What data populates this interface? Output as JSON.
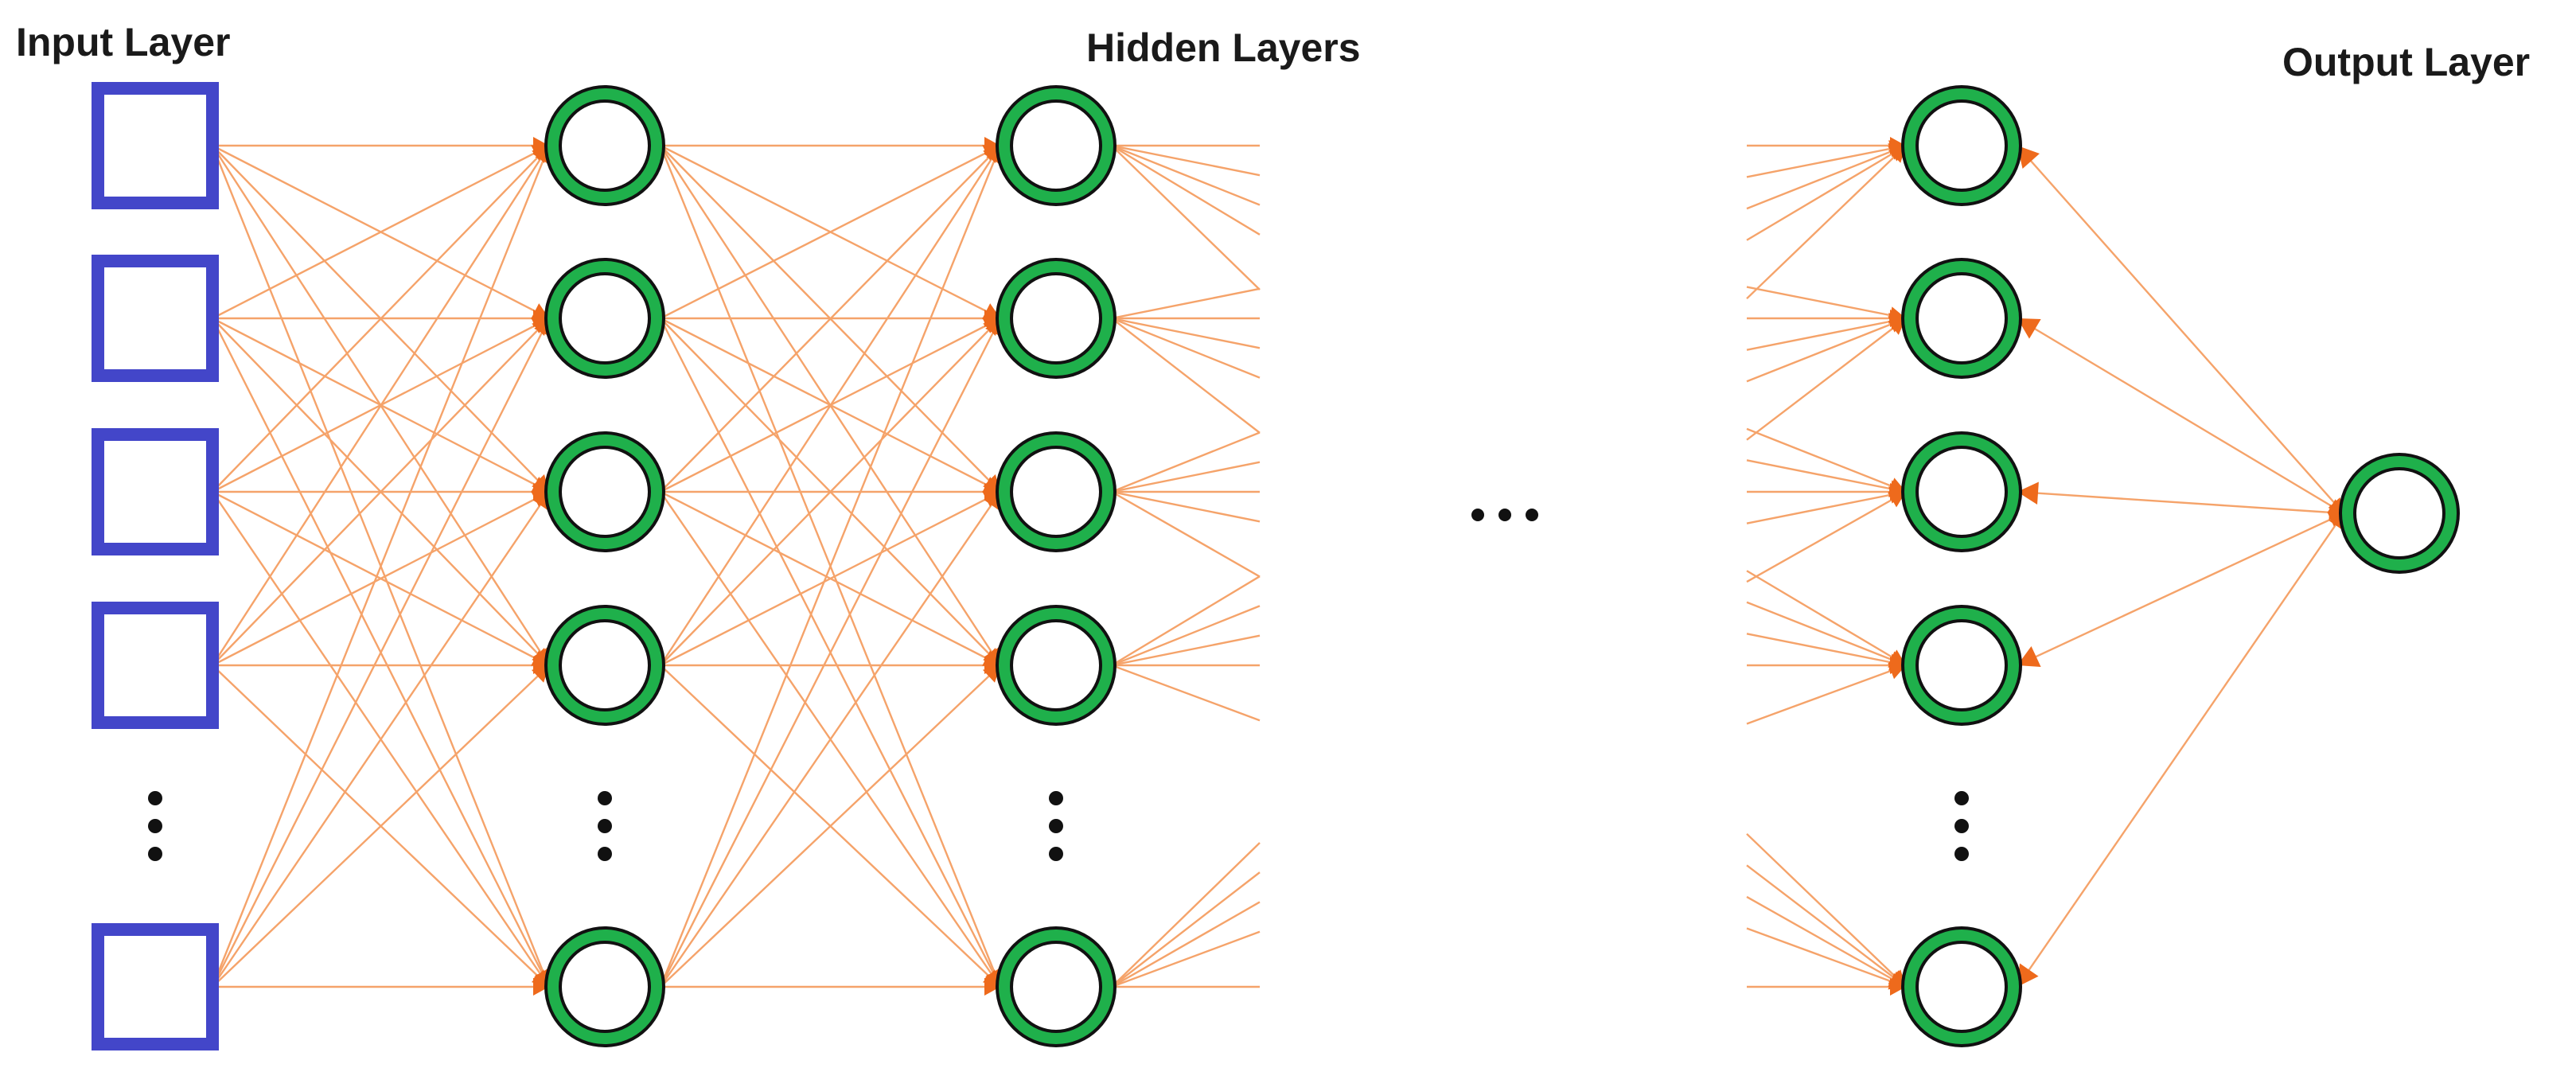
{
  "titles": {
    "input": "Input Layer",
    "hidden": "Hidden Layers",
    "output": "Output Layer"
  },
  "network": {
    "input_nodes_shown": 5,
    "hidden_layers_left_shown": 2,
    "hidden_layers_right_shown": 1,
    "hidden_nodes_shown": 5,
    "output_nodes": 1,
    "ellipsis_between_hidden_layers": true,
    "vertical_ellipsis_in_columns": true
  },
  "colors": {
    "input_node_stroke": "#4346c9",
    "hidden_ring": "#1fb04b",
    "ring_outline": "#111111",
    "edge": "#f5a36a",
    "arrow": "#ee6a1c",
    "dots": "#111111"
  }
}
